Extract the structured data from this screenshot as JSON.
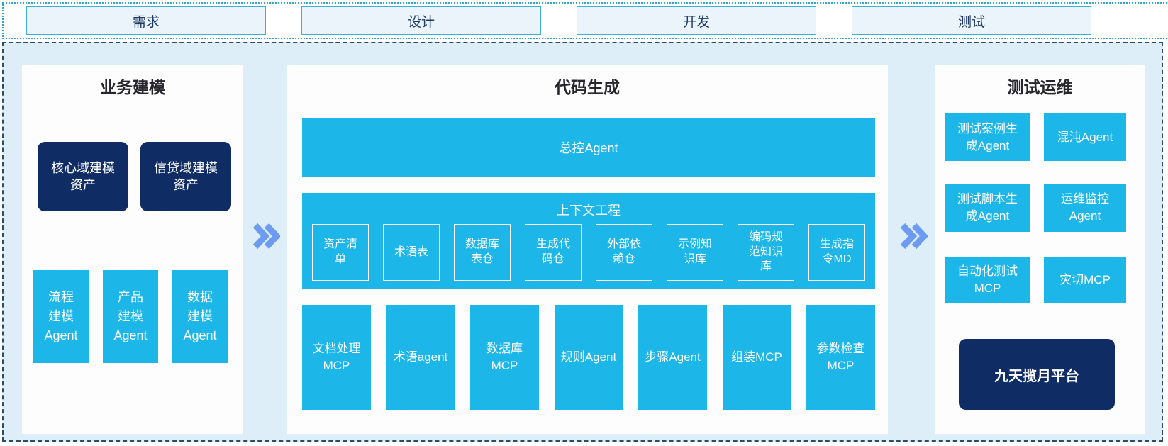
{
  "stages": [
    "需求",
    "设计",
    "开发",
    "测试"
  ],
  "business": {
    "title": "业务建模",
    "assets": [
      "核心域建模\n资产",
      "信贷域建模\n资产"
    ],
    "agents": [
      "流程\n建模\nAgent",
      "产品\n建模\nAgent",
      "数据\n建模\nAgent"
    ]
  },
  "codegen": {
    "title": "代码生成",
    "master_agent": "总控Agent",
    "context": {
      "title": "上下文工程",
      "items": [
        "资产清\n单",
        "术语表",
        "数据库\n表仓",
        "生成代\n码仓",
        "外部依\n赖仓",
        "示例知\n识库",
        "编码规\n范知识\n库",
        "生成指\n令MD"
      ]
    },
    "tools": [
      "文档处理\nMCP",
      "术语agent",
      "数据库\nMCP",
      "规则Agent",
      "步骤Agent",
      "组装MCP",
      "参数检查\nMCP"
    ]
  },
  "testops": {
    "title": "测试运维",
    "boxes": [
      "测试案例生\n成Agent",
      "混沌Agent",
      "测试脚本生\n成Agent",
      "运维监控\nAgent",
      "自动化测试\nMCP",
      "灾切MCP"
    ],
    "platform": "九天揽月平台"
  },
  "icons": {
    "flow_arrow": "double-chevron-right"
  },
  "colors": {
    "cyan_box": "#1db6e9",
    "navy_box": "#0f2c64",
    "arrow_blue": "#6d9bf2",
    "main_background": "#ddeef8",
    "stage_fill": "#eaf4fa",
    "stage_border": "#3fafd6",
    "strip_border": "#2fa7cd",
    "main_border": "#2d4d66",
    "stage_text": "#1f3a68",
    "title_text": "#26262c"
  }
}
